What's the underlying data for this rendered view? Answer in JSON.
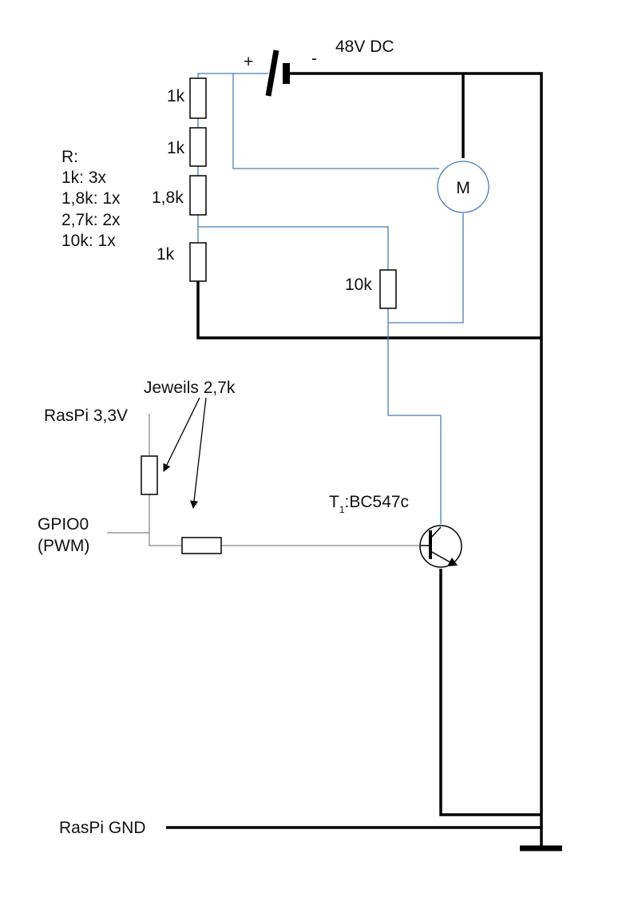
{
  "supply": {
    "label": "48V DC",
    "plus": "+",
    "minus": "-"
  },
  "divider": {
    "r1": "1k",
    "r2": "1k",
    "r3": "1,8k",
    "r4": "1k"
  },
  "bom": {
    "header": "R:",
    "lines": [
      "1k: 3x",
      "1,8k: 1x",
      "2,7k: 2x",
      "10k: 1x"
    ]
  },
  "motor": {
    "label": "M"
  },
  "base_resistor": {
    "label": "10k"
  },
  "annotation": {
    "label": "Jeweils 2,7k"
  },
  "raspi": {
    "vcc": "RasPi 3,3V",
    "gpio_line1": "GPIO0",
    "gpio_line2": "(PWM)",
    "gnd": "RasPi GND"
  },
  "transistor": {
    "prefix": "T",
    "subscript": "1",
    "part": ":BC547c"
  }
}
